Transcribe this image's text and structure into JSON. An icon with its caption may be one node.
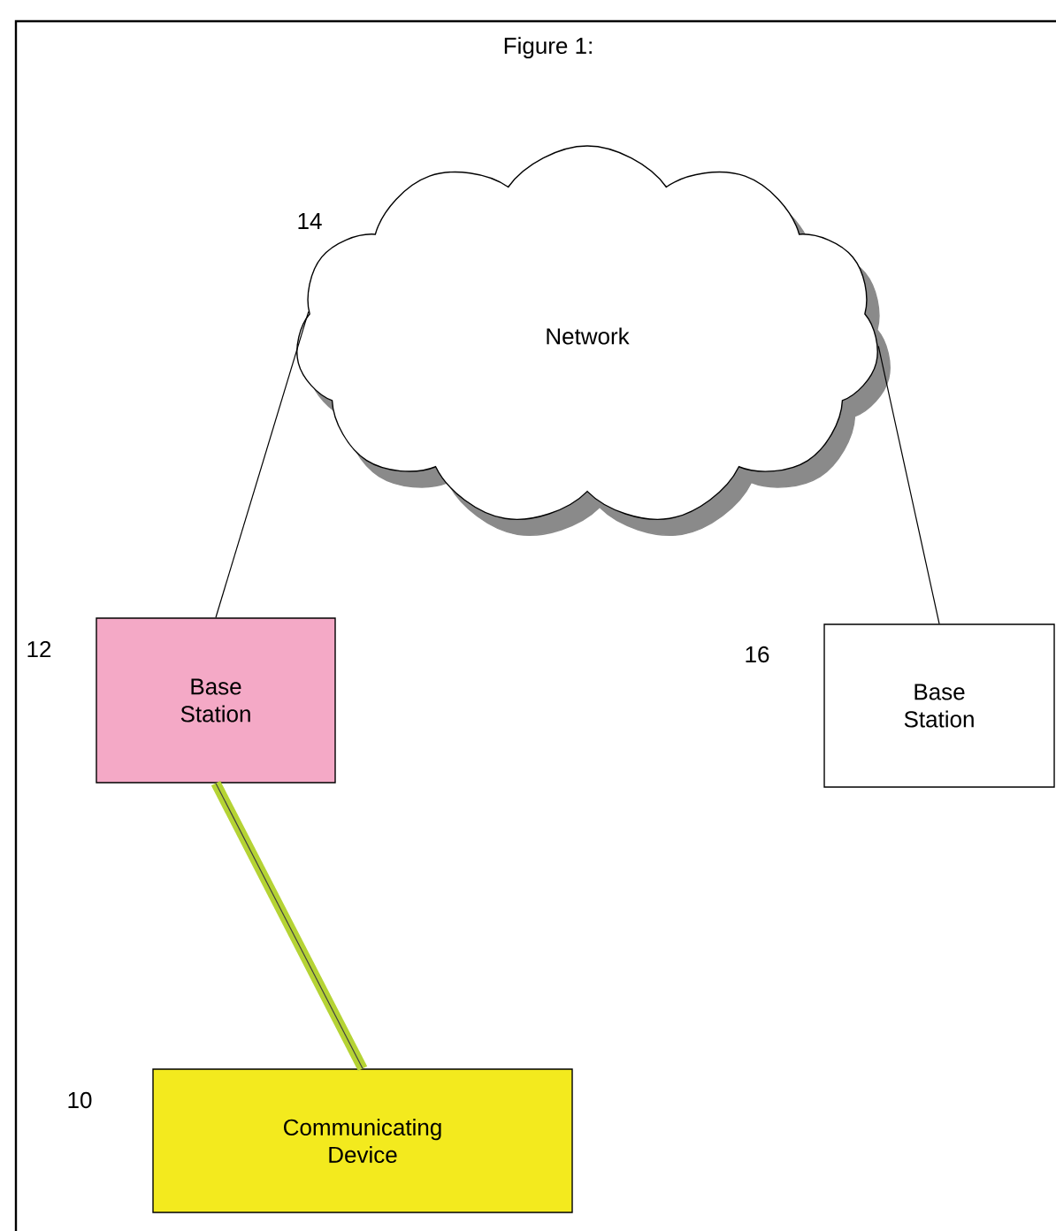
{
  "diagram": {
    "title": "Figure 1:",
    "nodes": [
      {
        "text": [
          "Network"
        ],
        "beside": [
          "14"
        ]
      },
      {
        "text": [
          "Base Station"
        ],
        "beside": [
          "12"
        ]
      },
      {
        "text": [
          "Base Station"
        ],
        "beside": [
          "16"
        ]
      },
      {
        "text": [
          "Communicating Device"
        ],
        "beside": [
          "10"
        ]
      }
    ],
    "edges": [
      {
        "from": 0,
        "to": 1,
        "arrow": "none"
      },
      {
        "from": 0,
        "to": 2,
        "arrow": "none"
      },
      {
        "from": 1,
        "to": 3,
        "arrow": "none",
        "style": "thick",
        "color": "#b5d334"
      }
    ]
  }
}
